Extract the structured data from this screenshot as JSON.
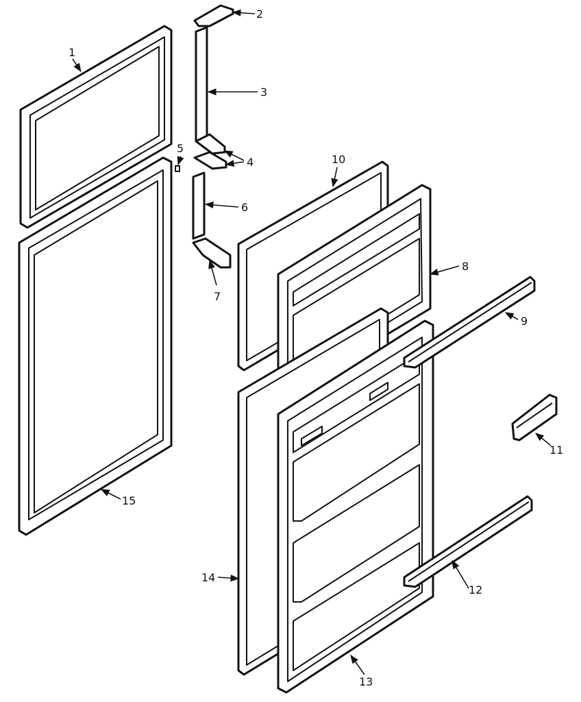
{
  "diagram": {
    "labels": {
      "p1": "1",
      "p2": "2",
      "p3": "3",
      "p4": "4",
      "p5": "5",
      "p6": "6",
      "p7": "7",
      "p8": "8",
      "p9": "9",
      "p10": "10",
      "p11": "11",
      "p12": "12",
      "p13": "13",
      "p14": "14",
      "p15": "15"
    }
  }
}
